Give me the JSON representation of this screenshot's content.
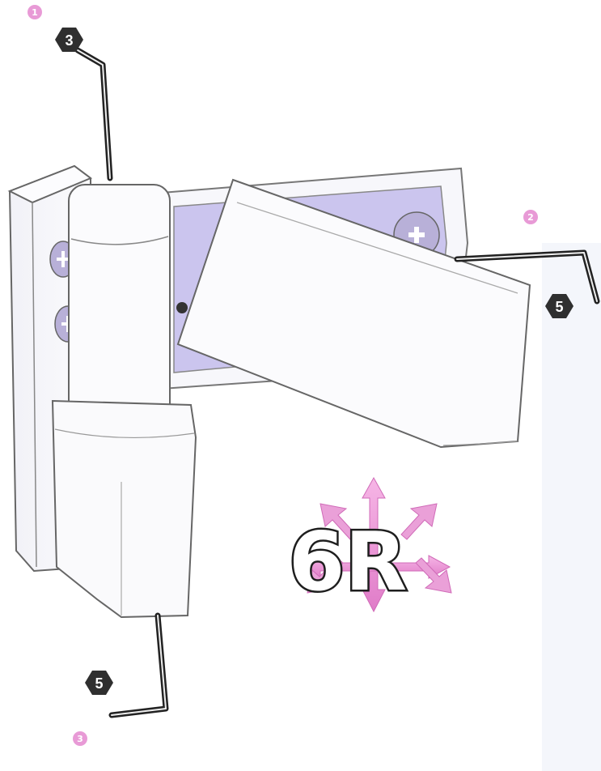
{
  "markers": {
    "pink": [
      "1",
      "2",
      "3"
    ],
    "hex": [
      "3",
      "5",
      "5"
    ]
  },
  "logo": {
    "text": "6R"
  },
  "colors": {
    "pink": "#e89ad6",
    "hex_badge": "#2f2f2f",
    "plate_purple": "#c9c3ec",
    "screw": "#b8b0d8",
    "outline": "#777777",
    "key": "#222222"
  }
}
